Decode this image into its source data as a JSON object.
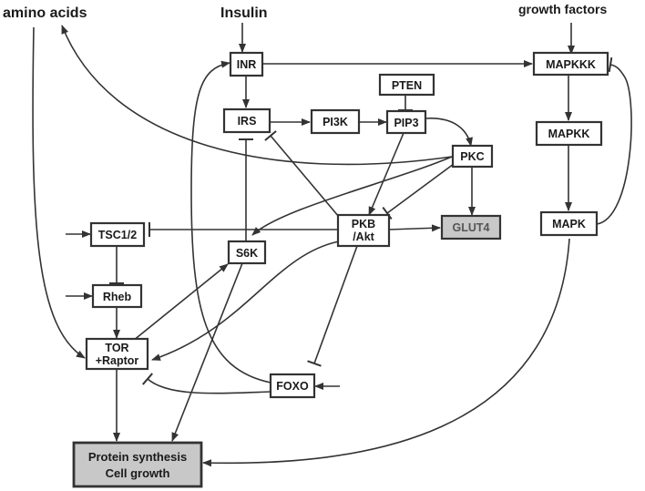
{
  "inputs": {
    "amino_acids": "amino acids",
    "insulin": "Insulin",
    "growth_factors": "growth factors"
  },
  "nodes": {
    "inr": "INR",
    "irs": "IRS",
    "pi3k": "PI3K",
    "pten": "PTEN",
    "pip3": "PIP3",
    "pkc": "PKC",
    "pkb_line1": "PKB",
    "pkb_line2": "/Akt",
    "glut4": "GLUT4",
    "tsc": "TSC1/2",
    "s6k": "S6K",
    "rheb": "Rheb",
    "tor_line1": "TOR",
    "tor_line2": "+Raptor",
    "foxo": "FOXO",
    "mapkkk": "MAPKKK",
    "mapkk": "MAPKK",
    "mapk": "MAPK",
    "output_line1": "Protein synthesis",
    "output_line2": "Cell growth"
  },
  "colors": {
    "stroke": "#333333",
    "highlight_fill": "#c8c8c8"
  }
}
